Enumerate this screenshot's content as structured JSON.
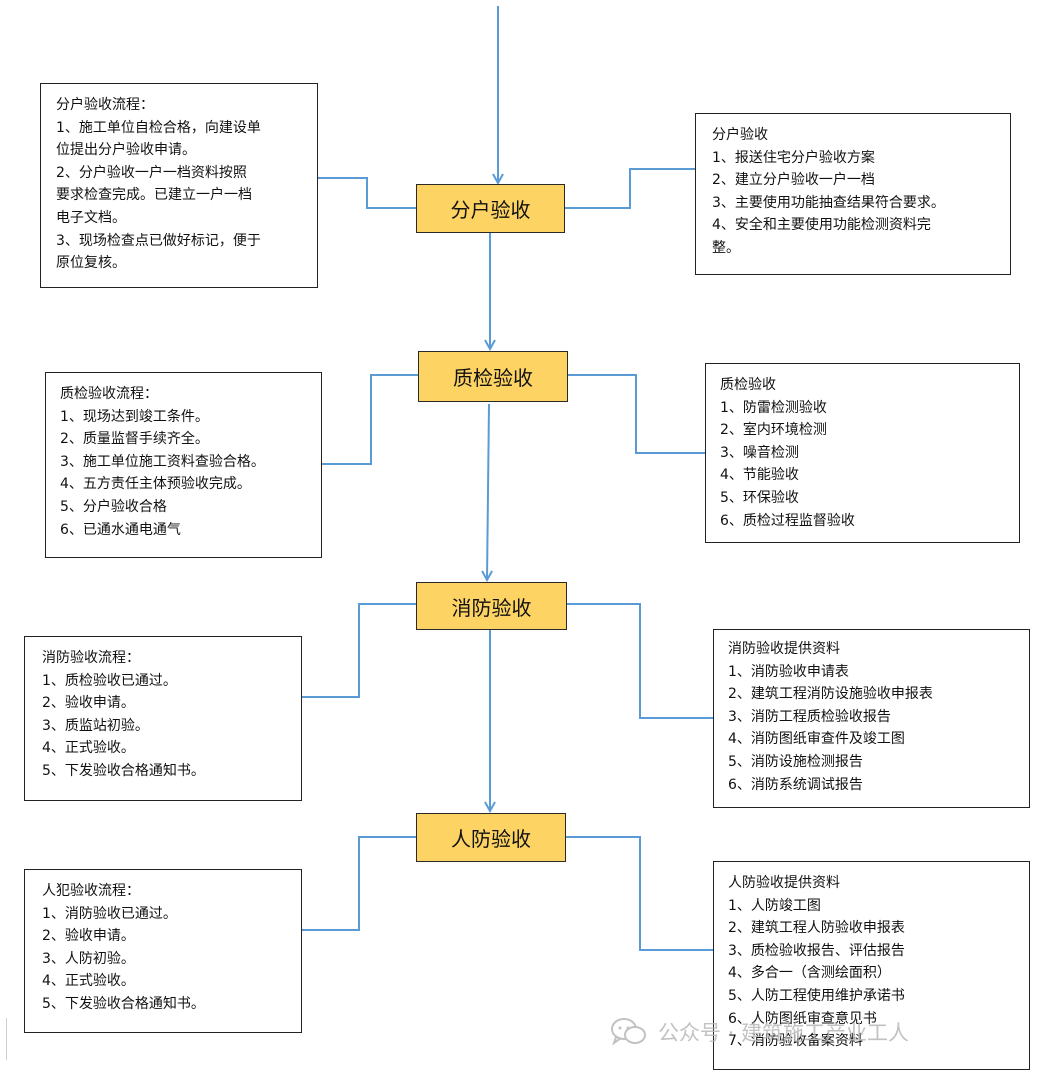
{
  "colors": {
    "connector": "#5b9bd5",
    "stage_fill": "#fdd463",
    "watermark": "#b8b8b8"
  },
  "stages": [
    {
      "label": "分户验收"
    },
    {
      "label": "质检验收"
    },
    {
      "label": "消防验收"
    },
    {
      "label": "人防验收"
    }
  ],
  "left_boxes": [
    {
      "title": "分户验收流程：",
      "lines": [
        "1、施工单位自检合格，向建设单",
        "位提出分户验收申请。",
        "2、分户验收一户一档资料按照",
        "要求检查完成。已建立一户一档",
        "电子文档。",
        "3、现场检查点已做好标记，便于",
        "原位复核。"
      ]
    },
    {
      "title": "质检验收流程：",
      "lines": [
        "1、现场达到竣工条件。",
        "2、质量监督手续齐全。",
        "3、施工单位施工资料查验合格。",
        "4、五方责任主体预验收完成。",
        "5、分户验收合格",
        "6、已通水通电通气"
      ]
    },
    {
      "title": "消防验收流程：",
      "lines": [
        "1、质检验收已通过。",
        "2、验收申请。",
        "3、质监站初验。",
        "4、正式验收。",
        "5、下发验收合格通知书。"
      ]
    },
    {
      "title": "人犯验收流程：",
      "lines": [
        "1、消防验收已通过。",
        "2、验收申请。",
        "3、人防初验。",
        "4、正式验收。",
        "5、下发验收合格通知书。"
      ]
    }
  ],
  "right_boxes": [
    {
      "title": "分户验收",
      "lines": [
        "1、报送住宅分户验收方案",
        "2、建立分户验收一户一档",
        "3、主要使用功能抽查结果符合要求。",
        "4、安全和主要使用功能检测资料完",
        "整。"
      ]
    },
    {
      "title": "质检验收",
      "lines": [
        "1、防雷检测验收",
        "2、室内环境检测",
        "3、噪音检测",
        "4、节能验收",
        "5、环保验收",
        "6、质检过程监督验收"
      ]
    },
    {
      "title": "消防验收提供资料",
      "lines": [
        "1、消防验收申请表",
        "2、建筑工程消防设施验收申报表",
        "3、消防工程质检验收报告",
        "4、消防图纸审查件及竣工图",
        "5、消防设施检测报告",
        "6、消防系统调试报告"
      ]
    },
    {
      "title": "人防验收提供资料",
      "lines": [
        "1、人防竣工图",
        "2、建筑工程人防验收申报表",
        "3、质检验收报告、评估报告",
        "4、多合一（含测绘面积）",
        "5、人防工程使用维护承诺书",
        "6、人防图纸审查意见书",
        "7、消防验收备案资料"
      ]
    }
  ],
  "watermark": {
    "text": "公众号 · 建筑施工产业工人",
    "icon": "wechat-icon"
  }
}
